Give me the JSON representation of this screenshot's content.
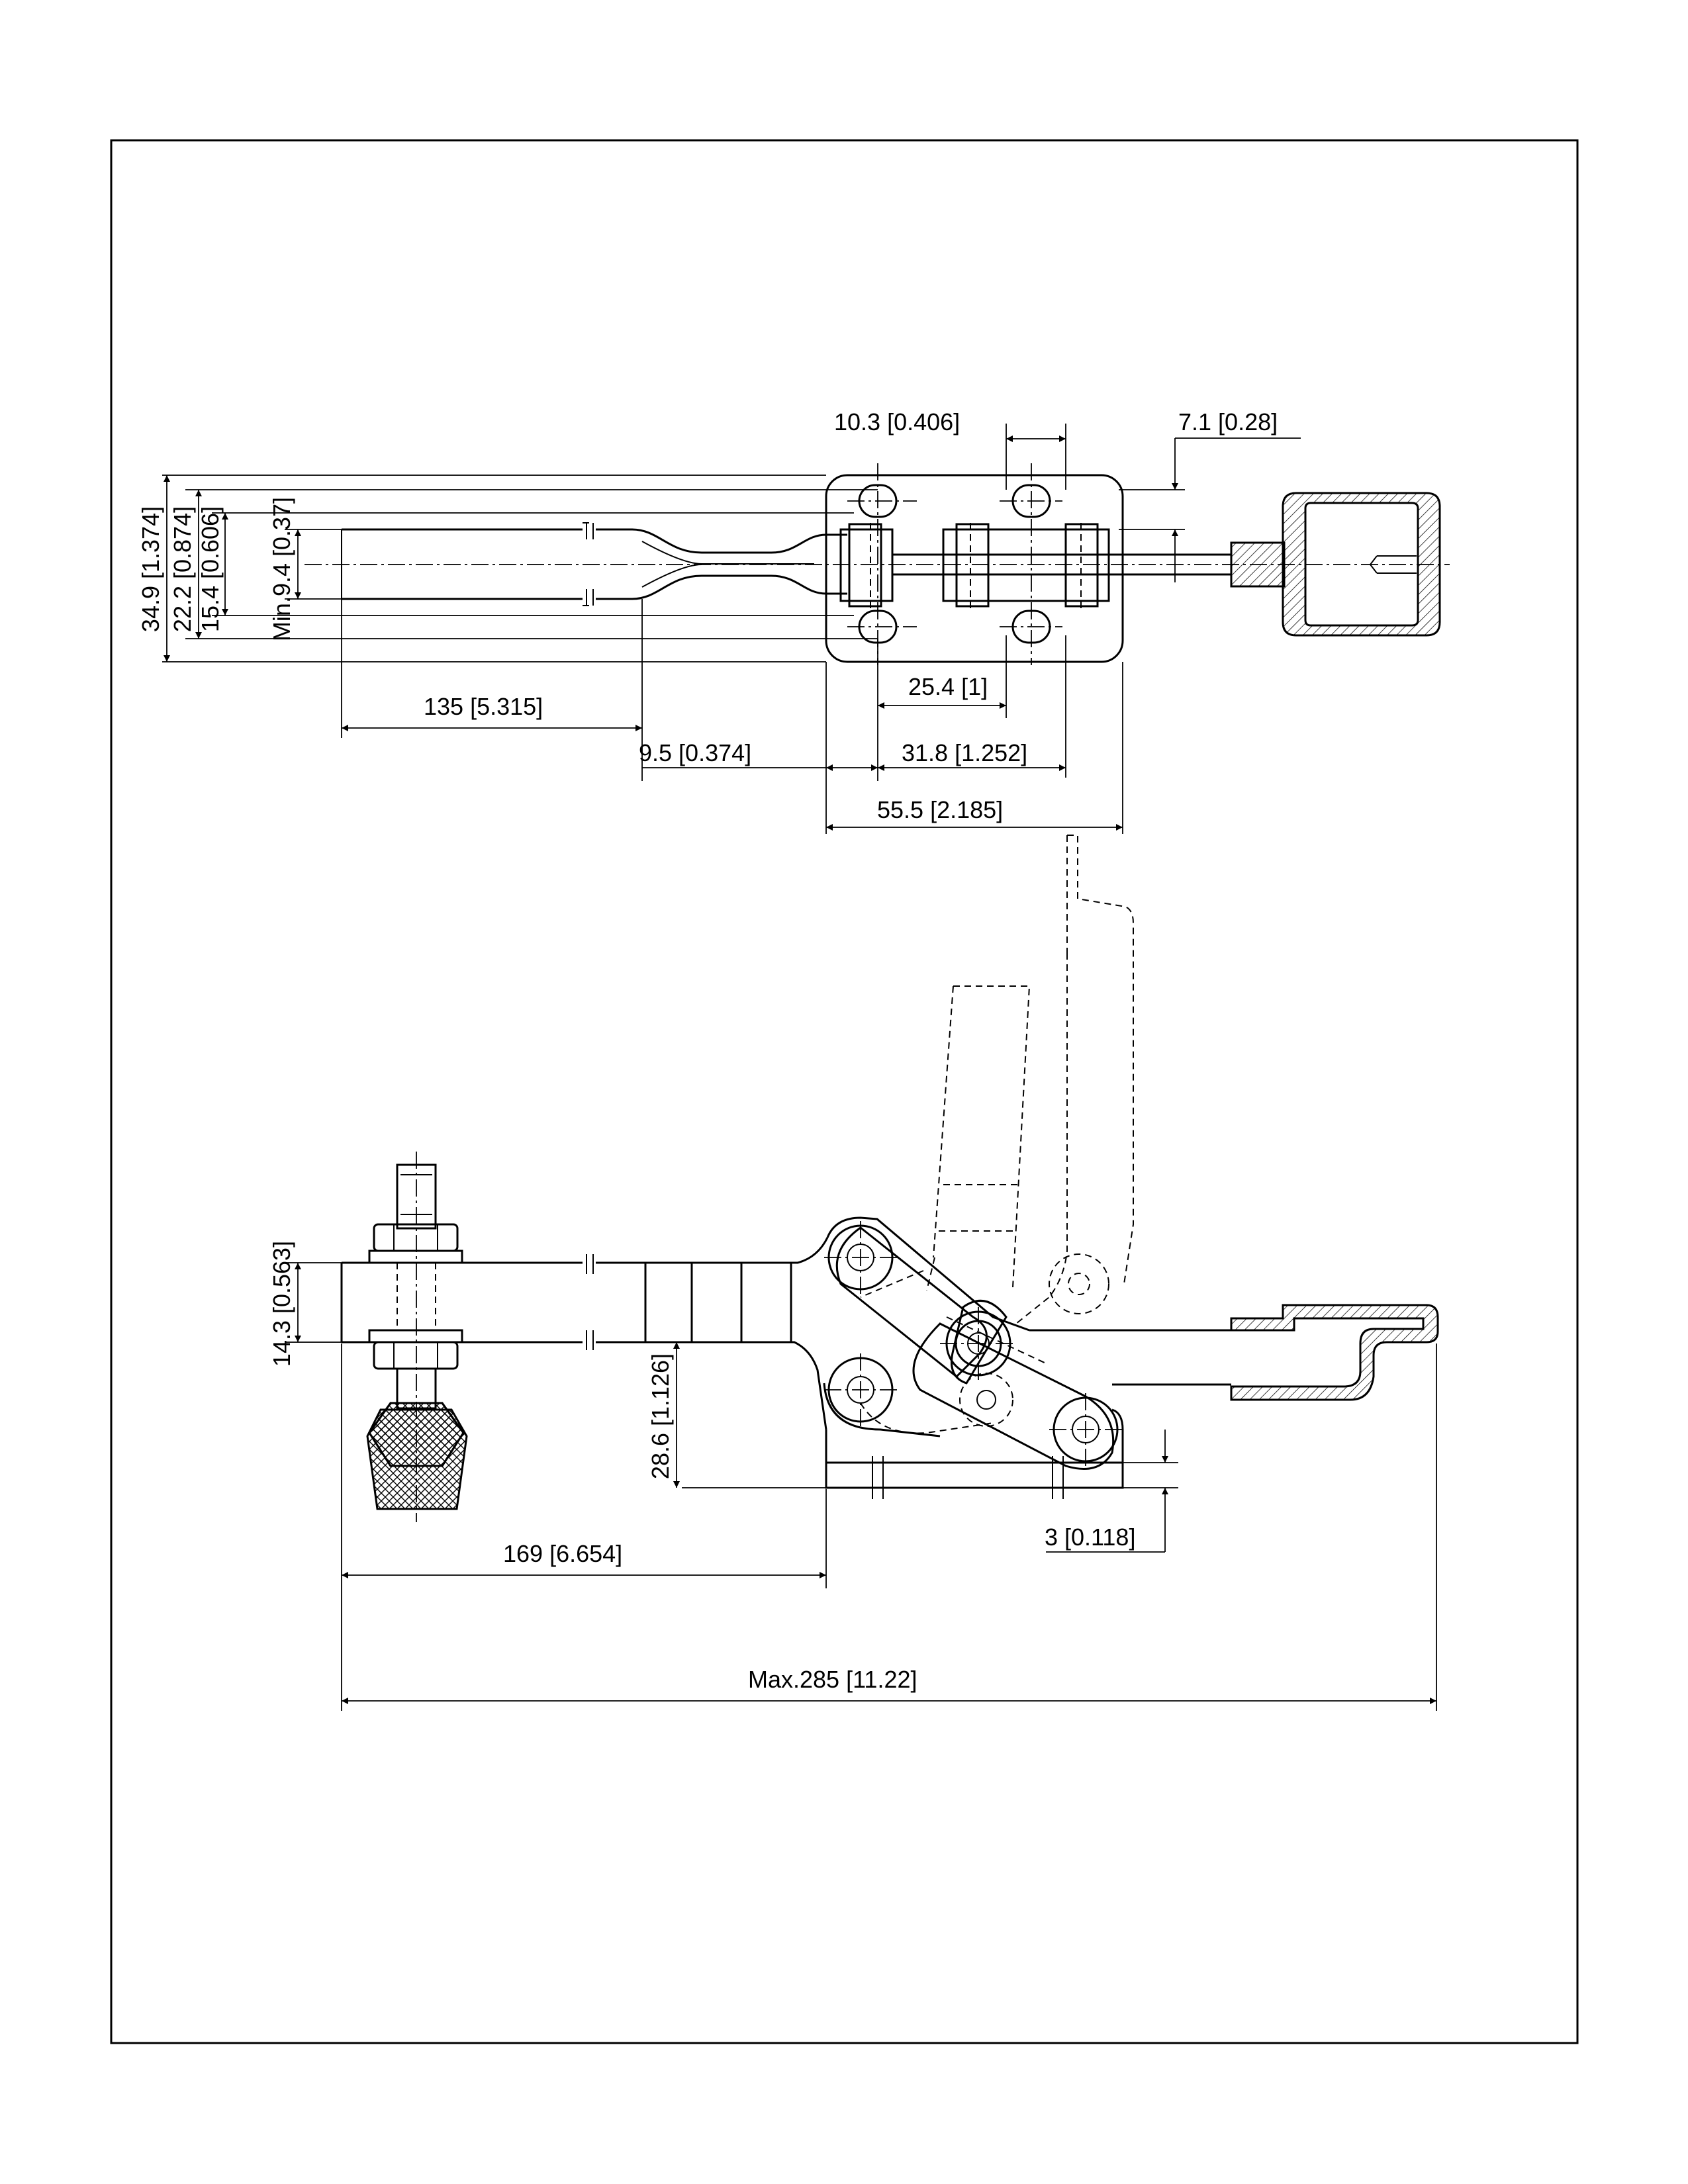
{
  "drawing": {
    "colors": {
      "line": "#000000",
      "paper": "#ffffff"
    },
    "top_view": {
      "dimensions": {
        "slot_spacing": "10.3 [0.406]",
        "handle_offset": "7.1 [0.28]",
        "overall_width": "34.9 [1.374]",
        "hole_spacing_y": "22.2 [0.874]",
        "spindle_width": "15.4 [0.606]",
        "min_opening": "Min.9.4 [0.37]",
        "arm_length": "135 [5.315]",
        "base_edge_to_pivot": "9.5 [0.374]",
        "slot_pitch": "25.4 [1]",
        "hole_pitch": "31.8 [1.252]",
        "base_length": "55.5 [2.185]"
      }
    },
    "side_view": {
      "dimensions": {
        "arm_thickness": "14.3 [0.563]",
        "spindle_height": "28.6 [1.126]",
        "base_thickness": "3 [0.118]",
        "reach": "169 [6.654]",
        "max_length": "Max.285 [11.22]"
      }
    }
  }
}
